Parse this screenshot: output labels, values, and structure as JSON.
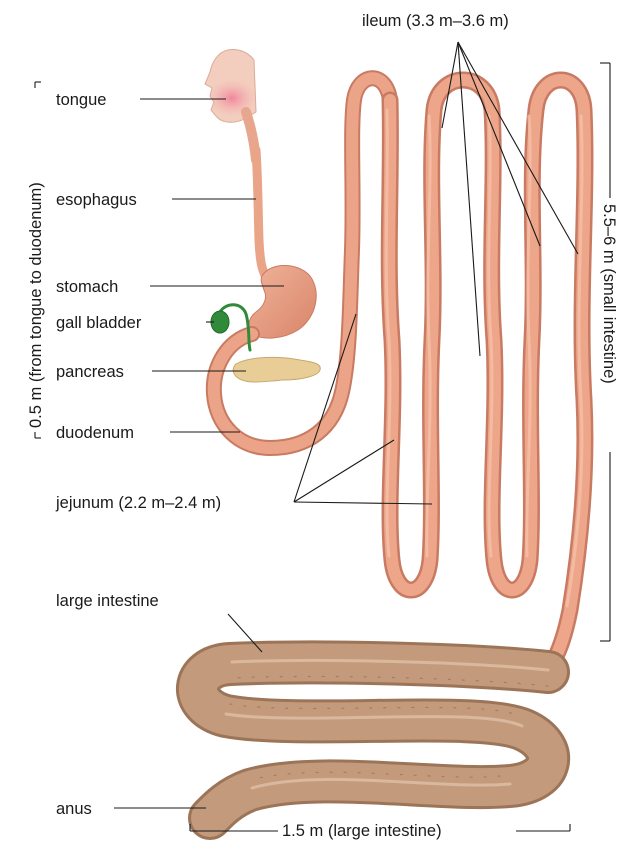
{
  "labels": {
    "ileum": "ileum (3.3 m–3.6 m)",
    "tongue": "tongue",
    "esophagus": "esophagus",
    "stomach": "stomach",
    "gall_bladder": "gall bladder",
    "pancreas": "pancreas",
    "duodenum": "duodenum",
    "jejunum": "jejunum (2.2 m–2.4 m)",
    "large_intestine": "large intestine",
    "anus": "anus"
  },
  "measures": {
    "upper_tract": "0.5 m (from tongue to duodenum)",
    "small_intestine": "5.5–6 m (small intestine)",
    "large_intestine": "1.5 m (large intestine)"
  },
  "colors": {
    "small_intestine": "#e8a084",
    "small_intestine_shade": "#c97a62",
    "large_intestine": "#c49a7c",
    "large_intestine_shade": "#9c7458",
    "pancreas": "#e8cc94",
    "gall_bladder": "#2f8a3a",
    "mouth": "#f4a9b4",
    "skin": "#f2c6b4"
  }
}
